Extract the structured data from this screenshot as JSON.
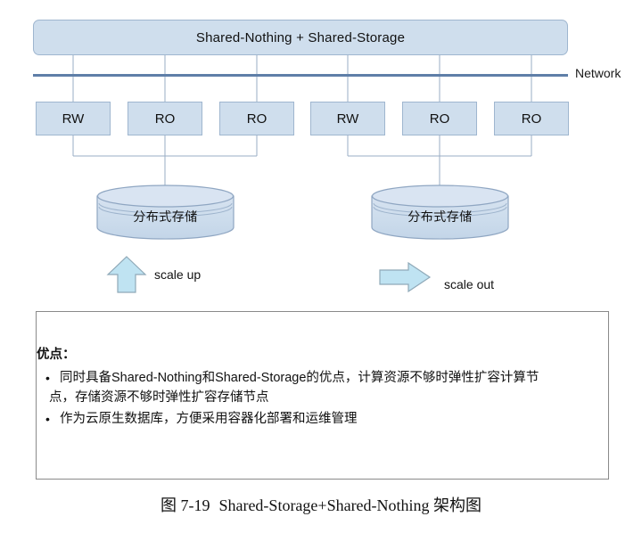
{
  "diagram": {
    "top_bar": {
      "label": "Shared-Nothing + Shared-Storage"
    },
    "network": {
      "label": "Network"
    },
    "nodes": [
      {
        "label": "RW",
        "group": "left"
      },
      {
        "label": "RO",
        "group": "left"
      },
      {
        "label": "RO",
        "group": "left"
      },
      {
        "label": "RW",
        "group": "right"
      },
      {
        "label": "RO",
        "group": "right"
      },
      {
        "label": "RO",
        "group": "right"
      }
    ],
    "storages": [
      {
        "label": "分布式存储"
      },
      {
        "label": "分布式存储"
      }
    ],
    "arrows": [
      {
        "icon": "arrow-up-icon",
        "label": "scale up",
        "direction": "up"
      },
      {
        "icon": "arrow-right-icon",
        "label": "scale out",
        "direction": "right"
      }
    ],
    "colors": {
      "box_fill": "#cfdeed",
      "box_border": "#9fb6cf",
      "network_line": "#5f7fa8",
      "wire": "#9aadc4",
      "arrow_fill": "#bfe3f2",
      "arrow_border": "#8fa9b8",
      "note_border": "#8a8a8a"
    }
  },
  "note": {
    "title": "优点：",
    "items": [
      {
        "line1": "同时具备Shared-Nothing和Shared-Storage的优点，计算资源不够时弹性扩容计算节",
        "line2": "点，存储资源不够时弹性扩容存储节点"
      },
      {
        "line1": "作为云原生数据库，方便采用容器化部署和运维管理",
        "line2": ""
      }
    ],
    "bullet_glyph": "•"
  },
  "caption": {
    "figure_number": "图 7-19",
    "title": "Shared-Storage+Shared-Nothing 架构图"
  }
}
